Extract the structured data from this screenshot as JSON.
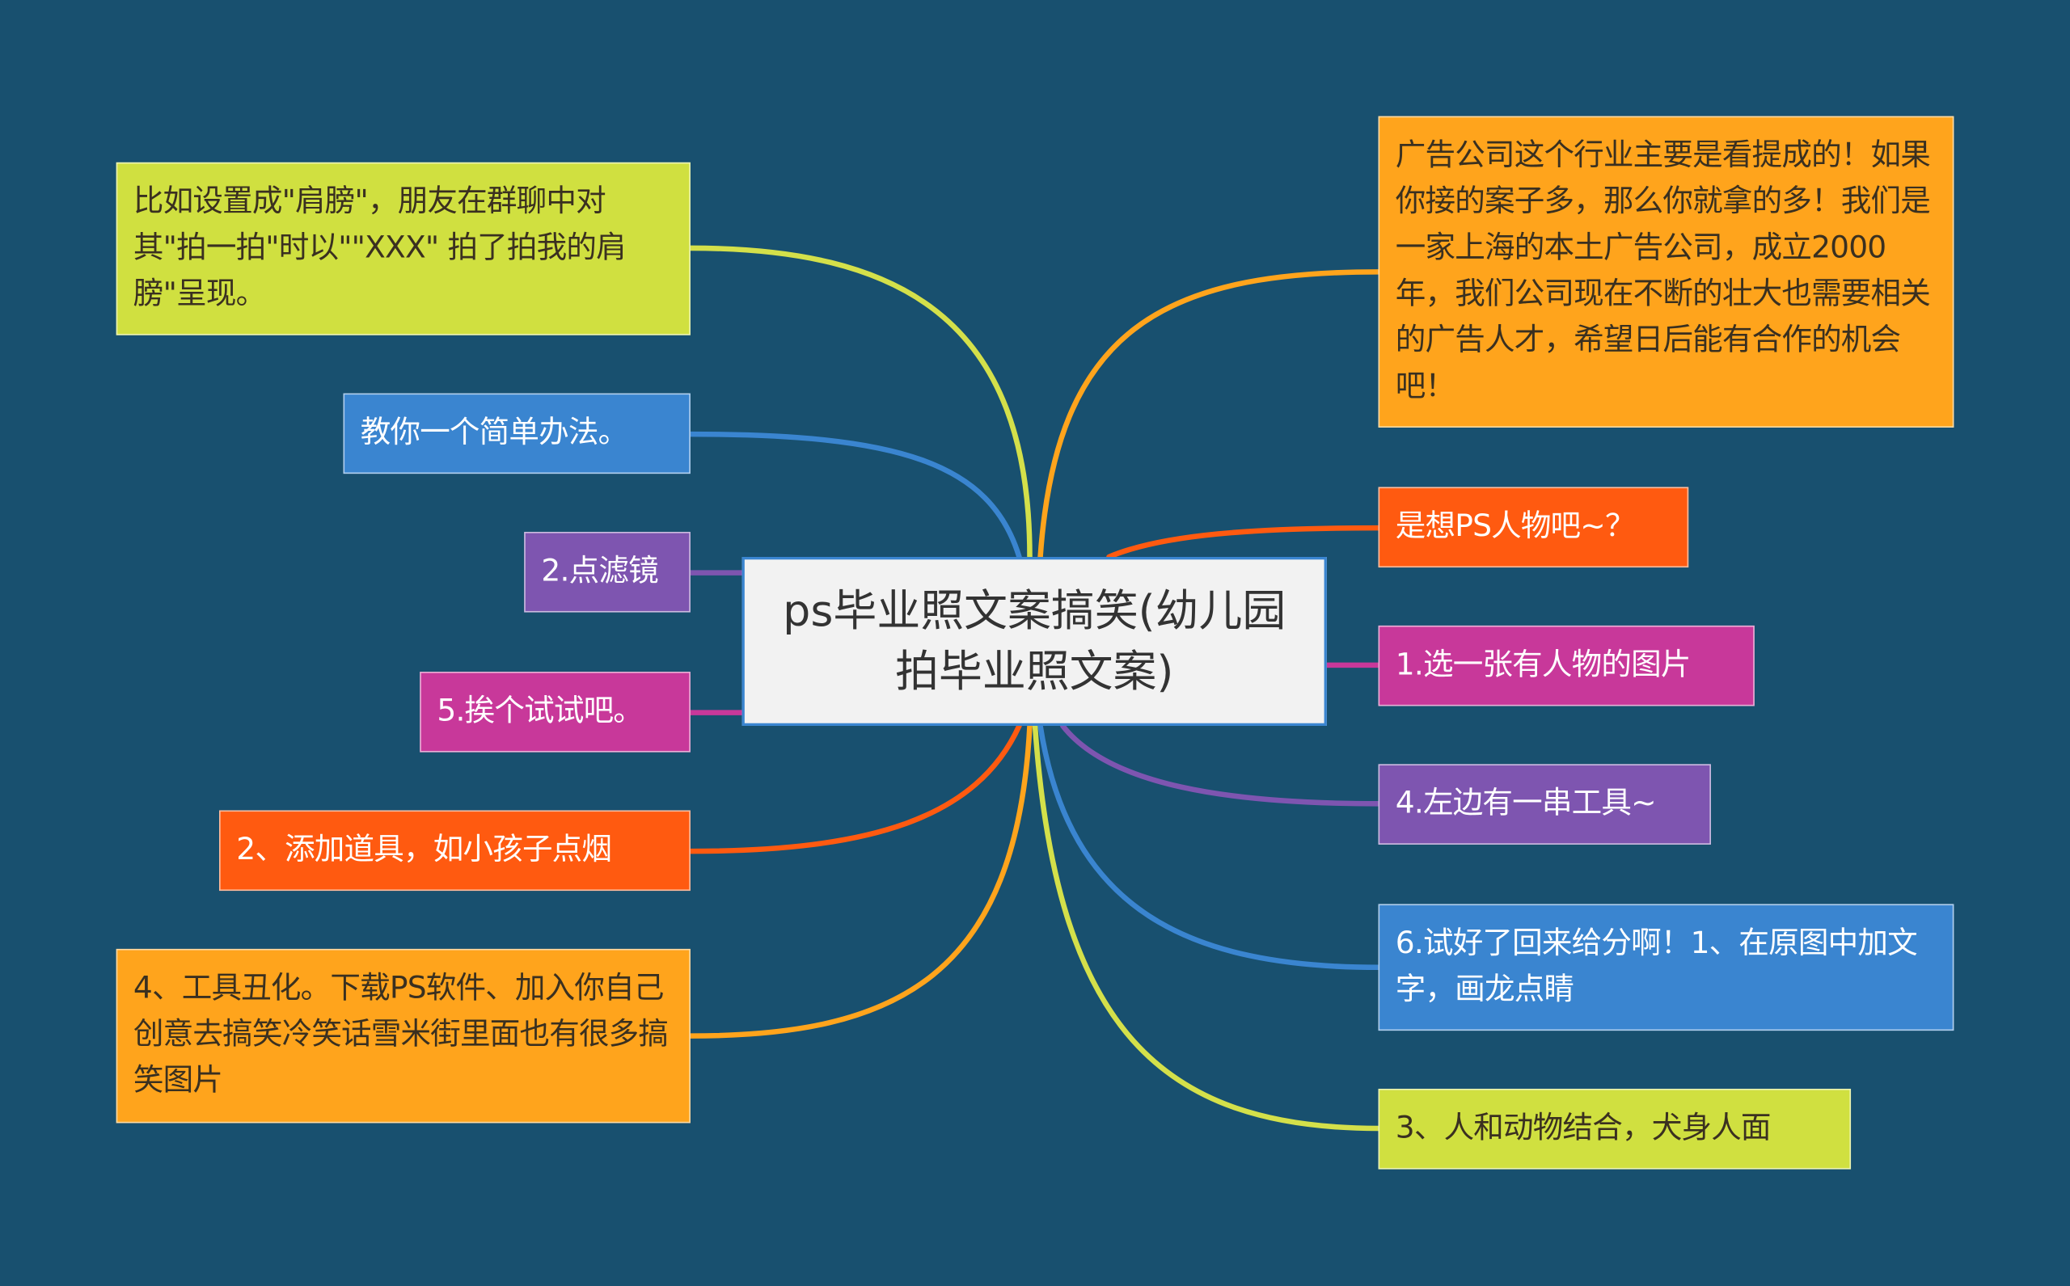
{
  "center": {
    "title": "ps毕业照文案搞笑(幼儿园拍毕业照文案)"
  },
  "left": [
    {
      "text": "比如设置成\"肩膀\"，朋友在群聊中对其\"拍一拍\"时以\"\"XXX\" 拍了拍我的肩膀\"呈现。",
      "color": "#d0e040"
    },
    {
      "text": "教你一个简单办法。",
      "color": "#3a85d0"
    },
    {
      "text": "2.点滤镜",
      "color": "#7e55b0"
    },
    {
      "text": "5.挨个试试吧。",
      "color": "#c8389a"
    },
    {
      "text": "2、添加道具，如小孩子点烟",
      "color": "#ff5a10"
    },
    {
      "text": "4、工具丑化。下载PS软件、加入你自己创意去搞笑冷笑话雪米街里面也有很多搞笑图片",
      "color": "#ffa41c"
    }
  ],
  "right": [
    {
      "text": "广告公司这个行业主要是看提成的！如果你接的案子多，那么你就拿的多！我们是一家上海的本土广告公司，成立2000年，我们公司现在不断的壮大也需要相关的广告人才，希望日后能有合作的机会吧！",
      "color": "#ffa41c"
    },
    {
      "text": "是想PS人物吧~？",
      "color": "#ff5a10"
    },
    {
      "text": "1.选一张有人物的图片",
      "color": "#c8389a"
    },
    {
      "text": "4.左边有一串工具~",
      "color": "#7e55b0"
    },
    {
      "text": "6.试好了回来给分啊！1、在原图中加文字，画龙点睛",
      "color": "#3a85d0"
    },
    {
      "text": "3、人和动物结合，犬身人面",
      "color": "#d0e040"
    }
  ]
}
